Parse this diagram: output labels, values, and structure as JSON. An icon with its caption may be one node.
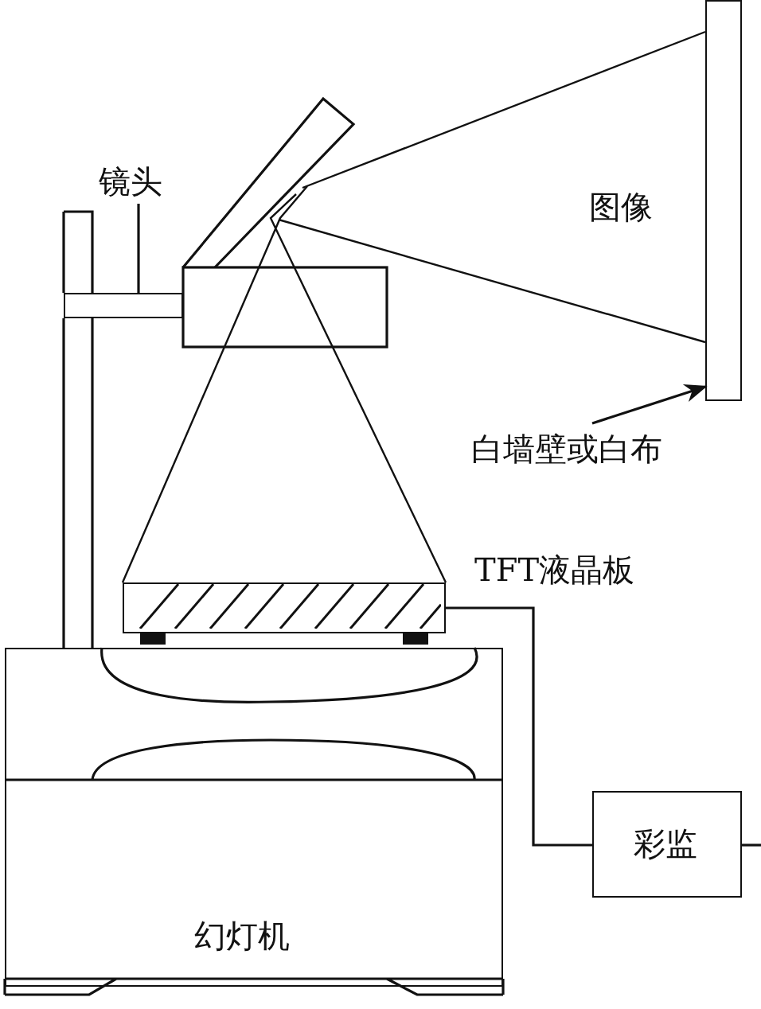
{
  "diagram": {
    "nodes": [
      {
        "text": [
          "幻灯机"
        ]
      },
      {
        "text": [],
        "shape": "bar",
        "beside": [
          "TFT液晶板"
        ]
      },
      {
        "text": [
          "彩监"
        ]
      },
      {
        "text": [],
        "shape": "box"
      },
      {
        "text": [
          "白墙壁或白布"
        ]
      },
      {
        "text": [
          "镜头"
        ]
      },
      {
        "text": [],
        "shape": "bar"
      }
    ],
    "edges": [
      {
        "from": 1,
        "to": 2,
        "arrow": "none"
      },
      {
        "from": 2,
        "to": null,
        "arrow": "none"
      },
      {
        "from": 4,
        "to": 3,
        "arrow": "to"
      },
      {
        "from": 5,
        "to": 6,
        "arrow": "none"
      }
    ],
    "labels": [
      "图像"
    ]
  }
}
